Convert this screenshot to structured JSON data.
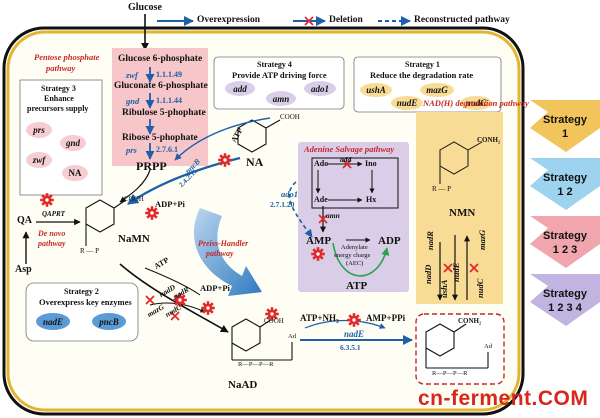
{
  "legend": {
    "glucose": "Glucose",
    "overexpression": "Overexpression",
    "deletion": "Deletion",
    "reconstructed": "Reconstructed pathway"
  },
  "ppp": {
    "title1": "Pentose phosphate",
    "title2": "pathway",
    "rows": [
      {
        "metabolite": "Glucose 6-phosphate",
        "gene": "zwf",
        "ec": "1.1.1.49"
      },
      {
        "metabolite": "Gluconate 6-phosphate",
        "gene": "gnd",
        "ec": "1.1.1.44"
      },
      {
        "metabolite": "Ribulose 5-phophate",
        "gene": "",
        "ec": ""
      },
      {
        "metabolite": "Ribose 5-phophate",
        "gene": "prs",
        "ec": "2.7.6.1"
      }
    ],
    "product": "PRPP"
  },
  "strategy3": {
    "title": "Strategy 3",
    "line2": "Enhance",
    "line3": "precursors supply",
    "genes": [
      "prs",
      "gnd",
      "zwf",
      "NA"
    ]
  },
  "strategy4": {
    "title": "Strategy 4",
    "subtitle": "Provide ATP driving force",
    "genes": [
      "add",
      "amn",
      "ado1"
    ]
  },
  "strategy1": {
    "title": "Strategy 1",
    "subtitle": "Reduce the degradation rate",
    "genes": [
      "ushA",
      "mazG",
      "nudE",
      "nudC"
    ]
  },
  "strategy2": {
    "title": "Strategy 2",
    "subtitle": "Overexpress key enzymes",
    "genes": [
      "nadE",
      "pncB"
    ]
  },
  "adenine": {
    "title": "Adenine Salvage pathway",
    "metabolites": [
      "Ado",
      "Ino",
      "Ade",
      "Hx"
    ],
    "genes": {
      "add": "add",
      "amn": "amn"
    },
    "amp": "AMP",
    "adp": "ADP",
    "atp": "ATP",
    "aec1": "Adenylate",
    "aec2": "energy charge",
    "aec3": "(AEC)",
    "ado1": "ado1",
    "ado1_ec": "2.7.1.20"
  },
  "nad_degradation": {
    "title": "NAD(H) degradation pathway",
    "nmn": "NMN",
    "genes": [
      "nadD",
      "nadR",
      "mazG",
      "nudE",
      "ushA",
      "nudC"
    ]
  },
  "main": {
    "na": "NA",
    "cooh": "COOH",
    "atp": "ATP",
    "adp_pi": "ADP+Pi",
    "pncb": "pncB",
    "pncb_ec": "2.4.2.11",
    "qa": "QA",
    "qaprt": "QAPRT",
    "denovo1": "De novo",
    "denovo2": "pathway",
    "asp": "Asp",
    "namn": "NaMN",
    "r_p": "R — P",
    "preiss1": "Preiss-Handler",
    "preiss2": "pathway",
    "atp2": "ATP",
    "adp_pi2": "ADP+Pi",
    "nadd": "nadD",
    "nadr": "nadR",
    "mazg": "mazG",
    "nudc": "nudC",
    "naad": "NaAD",
    "atp_nh3": "ATP+NH₃",
    "amp_ppi": "AMP+PPi",
    "nade": "nadE",
    "nade_ec": "6.3.5.1",
    "conh2": "CONH₂",
    "nad_chain": "R—P—P—R",
    "ad": "Ad"
  },
  "chevrons": [
    {
      "label1": "Strategy",
      "label2": "1",
      "color": "#e7b84a"
    },
    {
      "label1": "Strategy",
      "label2": "1 2",
      "color": "#8ec9e6"
    },
    {
      "label1": "Strategy",
      "label2": "1 2 3",
      "color": "#ee9aa1"
    },
    {
      "label1": "Strategy",
      "label2": "1 2 3 4",
      "color": "#b4a6d8"
    }
  ],
  "watermark": "cn-ferment.COM"
}
